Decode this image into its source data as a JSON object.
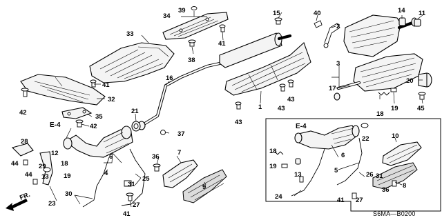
{
  "diagram_code": "S6MA—B0200",
  "front_marker": "FR.",
  "section_refs": [
    "E-4",
    "E-4"
  ],
  "callouts": {
    "c1": "1",
    "c2": "2",
    "c3": "3",
    "c4": "4",
    "c5": "5",
    "c6a": "6",
    "c6b": "6",
    "c7": "7",
    "c8": "8",
    "c9": "9",
    "c10": "10",
    "c11": "11",
    "c12": "12",
    "c13a": "13",
    "c13b": "13",
    "c14": "14",
    "c15": "15",
    "c16": "16",
    "c17": "17",
    "c18a": "18",
    "c18b": "18",
    "c18c": "18",
    "c19a": "19",
    "c19b": "19",
    "c19c": "19",
    "c20": "20",
    "c21": "21",
    "c22": "22",
    "c23": "23",
    "c24": "24",
    "c25": "25",
    "c26": "26",
    "c27a": "27",
    "c27b": "27",
    "c28": "28",
    "c29": "29",
    "c30": "30",
    "c31a": "31",
    "c31b": "31",
    "c32": "32",
    "c33": "33",
    "c34": "34",
    "c35": "35",
    "c36a": "36",
    "c36b": "36",
    "c37": "37",
    "c38": "38",
    "c39": "39",
    "c40": "40",
    "c41a": "41",
    "c41b": "41",
    "c41c": "41",
    "c41d": "41",
    "c42a": "42",
    "c42b": "42",
    "c43a": "43",
    "c43b": "43",
    "c43c": "43",
    "c44a": "44",
    "c44b": "44",
    "c45": "45"
  }
}
